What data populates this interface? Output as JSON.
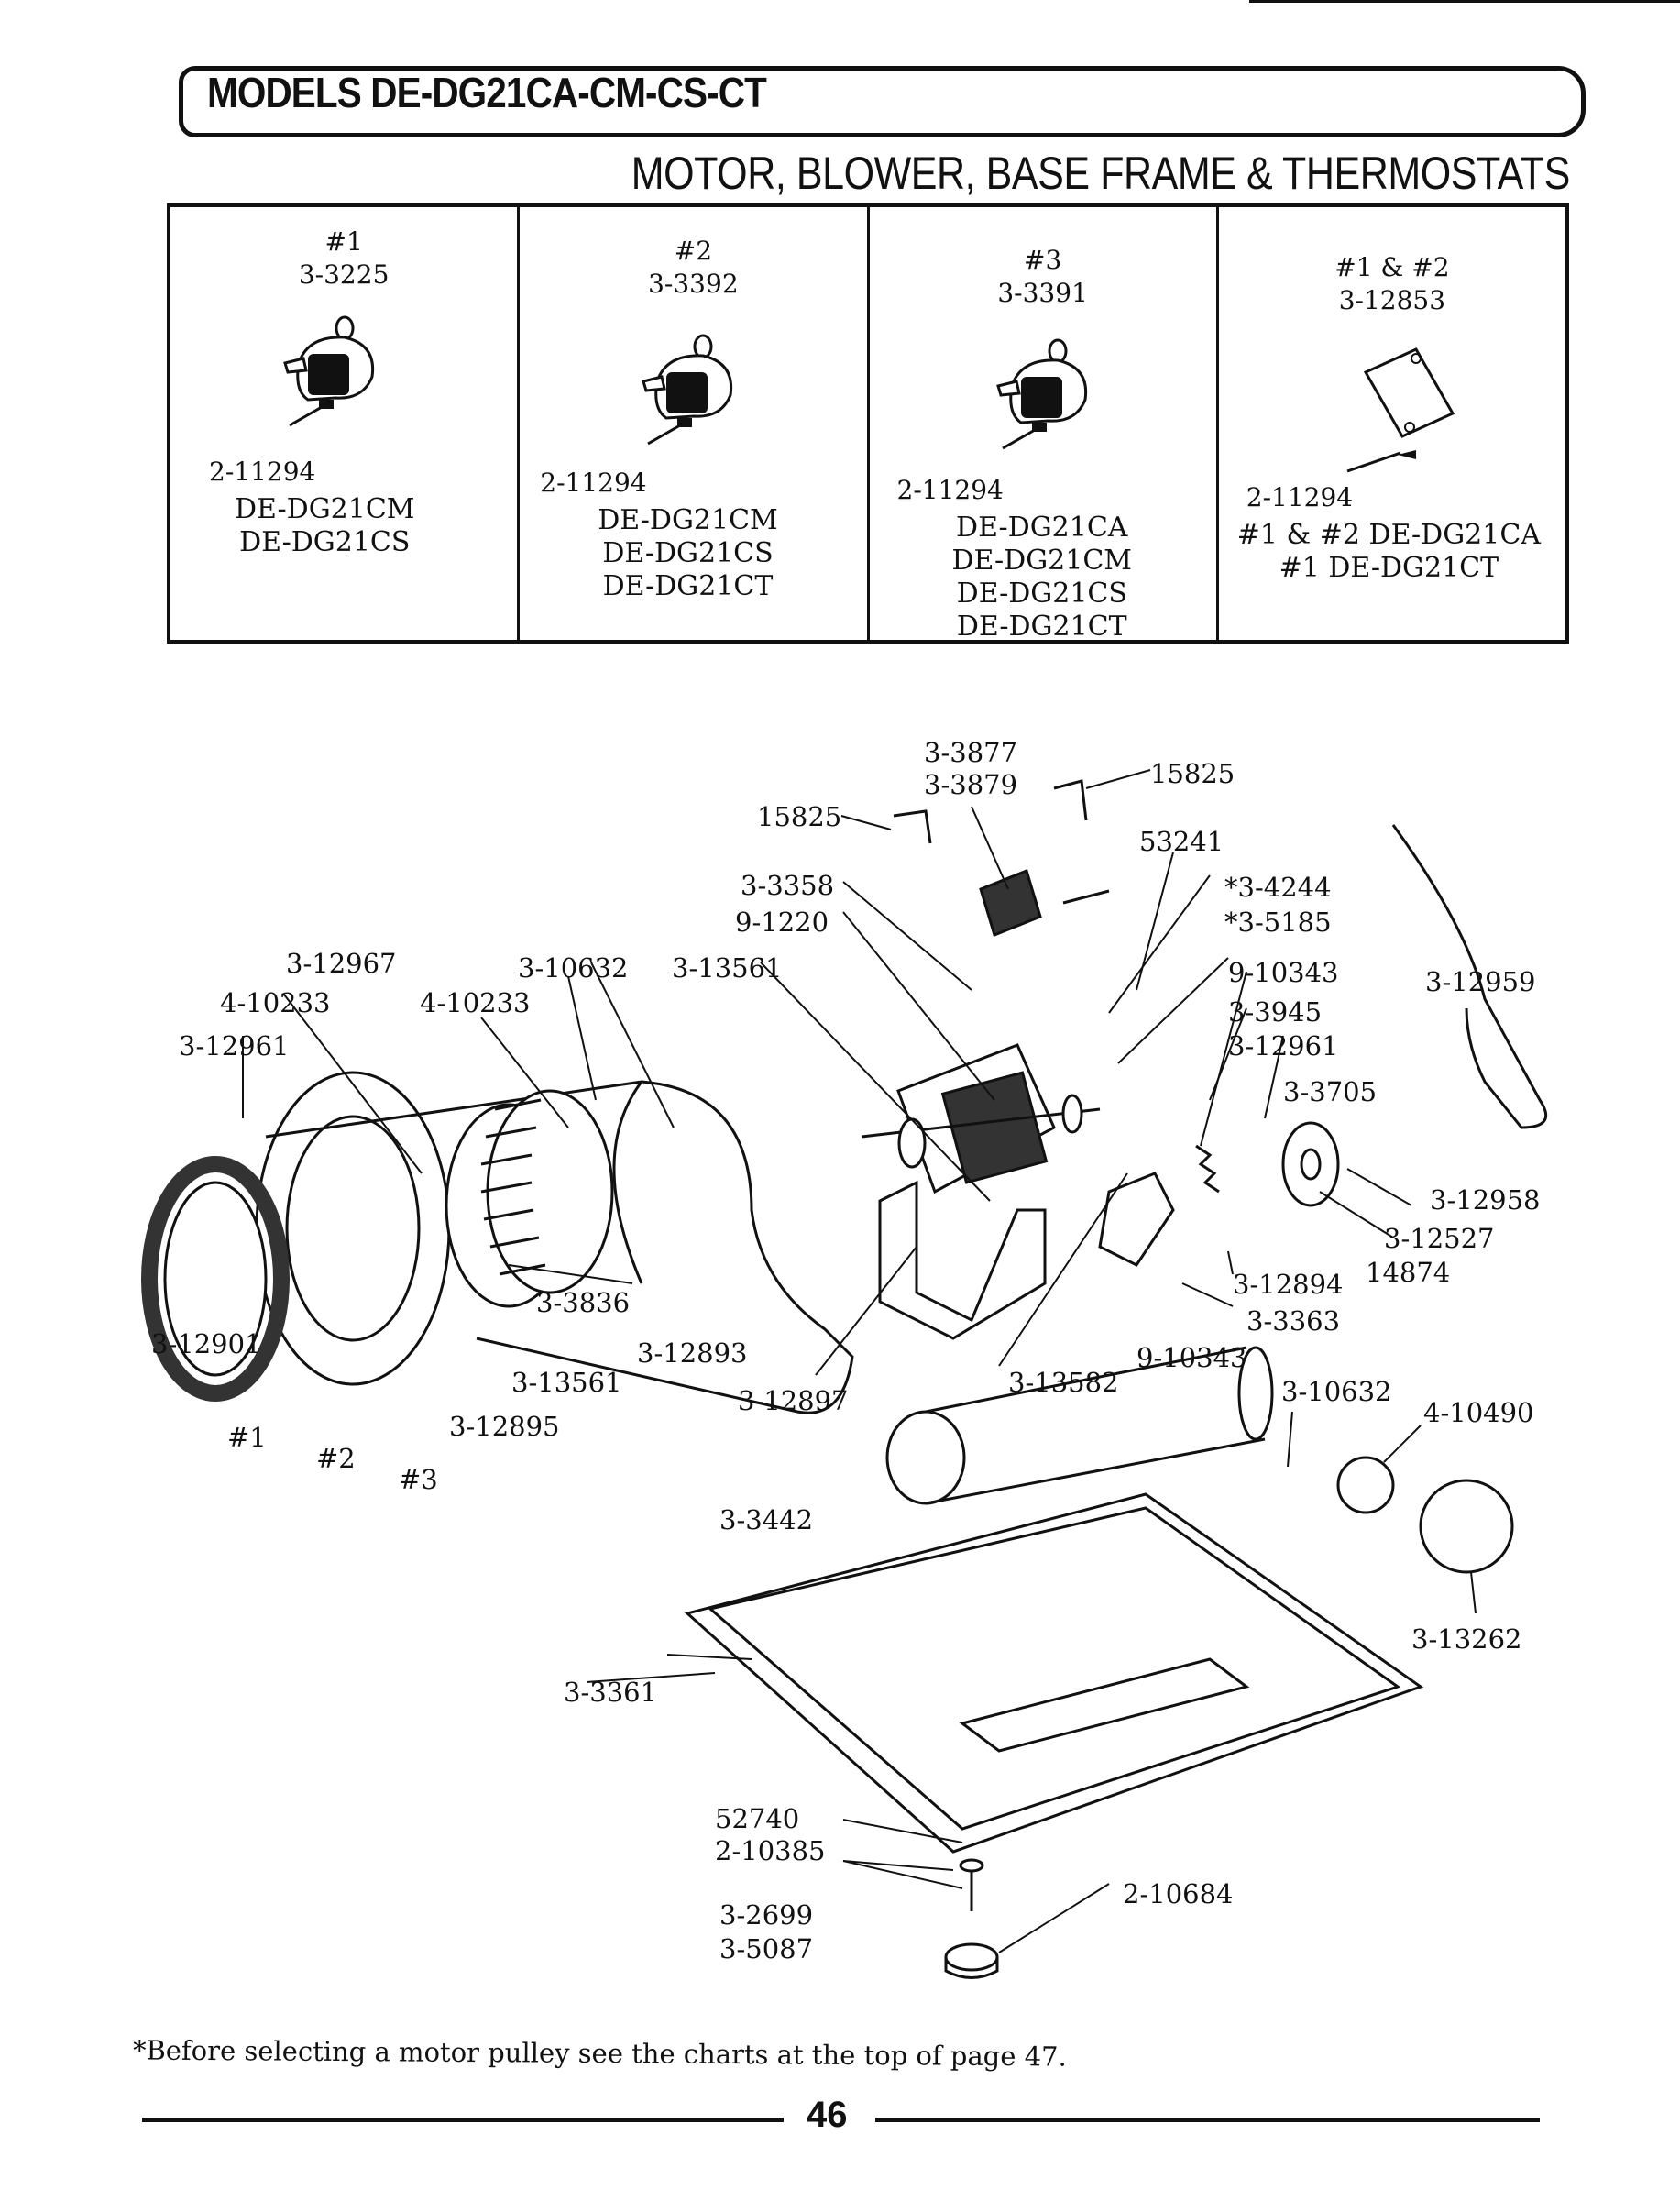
{
  "header": {
    "model_title": "MODELS DE-DG21CA-CM-CS-CT",
    "section_title": "MOTOR, BLOWER, BASE FRAME & THERMOSTATS"
  },
  "thermostats": [
    {
      "label": "#1",
      "part": "3-3225",
      "screw": "2-11294",
      "models": "DE-DG21CM\nDE-DG21CS"
    },
    {
      "label": "#2",
      "part": "3-3392",
      "screw": "2-11294",
      "models": "DE-DG21CM\nDE-DG21CS\nDE-DG21CT"
    },
    {
      "label": "#3",
      "part": "3-3391",
      "screw": "2-11294",
      "models": "DE-DG21CA\nDE-DG21CM\nDE-DG21CS\nDE-DG21CT"
    },
    {
      "label": "#1 & #2",
      "part": "3-12853",
      "screw": "2-11294",
      "models": "#1 & #2  DE-DG21CA\n#1  DE-DG21CT"
    }
  ],
  "callouts": {
    "c_3_3877": "3-3877",
    "c_3_3879": "3-3879",
    "c_15825_a": "15825",
    "c_15825_b": "15825",
    "c_53241": "53241",
    "c_3_4244": "*3-4244",
    "c_3_5185": "*3-5185",
    "c_3_3358": "3-3358",
    "c_9_1220": "9-1220",
    "c_9_10343_a": "9-10343",
    "c_3_12959": "3-12959",
    "c_3_12967": "3-12967",
    "c_3_10632_a": "3-10632",
    "c_3_13561_a": "3-13561",
    "c_4_10233_a": "4-10233",
    "c_4_10233_b": "4-10233",
    "c_3_3945": "3-3945",
    "c_3_12961_a": "3-12961",
    "c_3_12961_b": "3-12961",
    "c_3_3705": "3-3705",
    "c_3_12958": "3-12958",
    "c_3_12527": "3-12527",
    "c_14874": "14874",
    "c_3_12894": "3-12894",
    "c_3_3363": "3-3363",
    "c_3_3836": "3-3836",
    "c_3_12901": "3-12901",
    "c_3_12893": "3-12893",
    "c_3_13561_b": "3-13561",
    "c_3_12897": "3-12897",
    "c_3_13582": "3-13582",
    "c_9_10343_b": "9-10343",
    "c_3_10632_b": "3-10632",
    "c_4_10490": "4-10490",
    "c_3_12895": "3-12895",
    "c_hash1": "#1",
    "c_hash2": "#2",
    "c_hash3": "#3",
    "c_3_3442": "3-3442",
    "c_3_13262": "3-13262",
    "c_3_3361": "3-3361",
    "c_52740": "52740",
    "c_2_10385": "2-10385",
    "c_3_2699": "3-2699",
    "c_3_5087": "3-5087",
    "c_2_10684": "2-10684"
  },
  "footnote": "*Before selecting a motor pulley see the charts at the top of page 47.",
  "page_number": "46"
}
